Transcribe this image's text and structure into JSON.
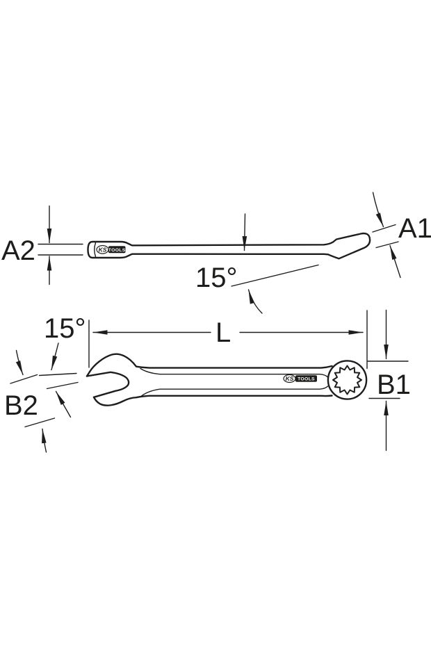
{
  "colors": {
    "line": "#1d1d1b",
    "background": "#ffffff"
  },
  "brand": {
    "ks": "KS",
    "tools": "TOOLS"
  },
  "side_view": {
    "thickness_head_label": "A1",
    "thickness_shaft_label": "A2",
    "angle_label": "15°"
  },
  "plan_view": {
    "length_label": "L",
    "ring_width_label": "B1",
    "jaw_width_label": "B2",
    "angle_label": "15°"
  }
}
